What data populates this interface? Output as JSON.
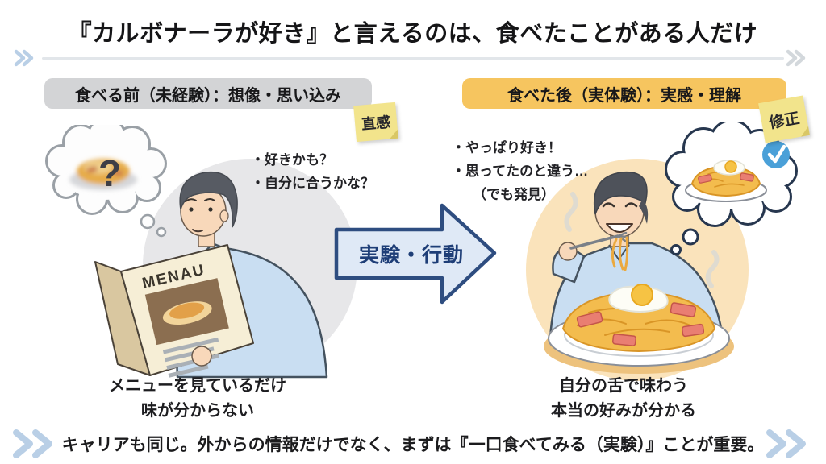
{
  "title": "『カルボナーラが好き』と言えるのは、食べたことがある人だけ",
  "left_panel": {
    "header": "食べる前（未経験）：想像・思い込み",
    "sticky": "直感",
    "bullets": [
      "・好きかも？",
      "・自分に合うかな？"
    ],
    "menu_title": "MENAU",
    "caption_line1": "メニューを見ているだけ",
    "caption_line2": "味が分からない"
  },
  "arrow": {
    "label": "実験・行動"
  },
  "right_panel": {
    "header": "食べた後（実体験）：実感・理解",
    "sticky": "修正",
    "bullets": [
      "・やっぱり好き！",
      "・思ってたのと違う…",
      "（でも発見）"
    ],
    "caption_line1": "自分の舌で味わう",
    "caption_line2": "本当の好みが分かる"
  },
  "footer": {
    "message": "キャリアも同じ。外からの情報だけでなく、まずは『一口食べてみる（実験）』ことが重要。"
  },
  "icons": {
    "question_mark": "?",
    "check_badge": "✓",
    "chevron_decoration": "»"
  },
  "colors": {
    "left_header_bg": "#d3d4d6",
    "right_header_bg": "#f6c55f",
    "sticky_bg": "#f2e48c",
    "arrow_fill": "#dfe9f6",
    "arrow_border": "#2e4d80",
    "arrow_text": "#1e3e77",
    "chevron_blue": "#b9cfe6",
    "chevron_gray": "#d3d8dc",
    "left_circle_bg": "#e7e7e9",
    "right_circle_bg": "#fae3bb",
    "check_badge_bg": "#4aa0d8",
    "shirt_blue": "#c9def2",
    "noodle_yellow": "#f3bc4e"
  }
}
